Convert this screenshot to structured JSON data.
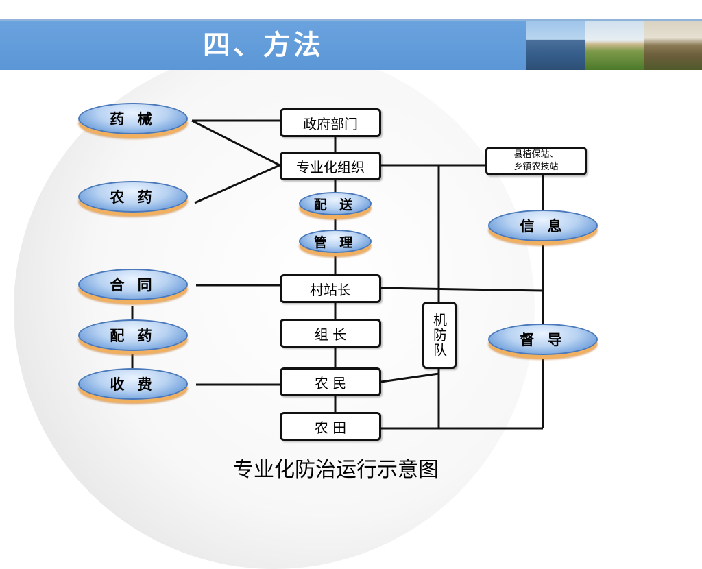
{
  "slide": {
    "title": "四、方法"
  },
  "diagram": {
    "caption": "专业化防治运行示意图",
    "left_pills": {
      "yaoxie": "药 械",
      "nongyao": "农 药",
      "hetong": "合 同",
      "peiyao": "配 药",
      "shoufei": "收 费"
    },
    "center_boxes": {
      "government": "政府部门",
      "organization": "专业化组织",
      "village_head": "村站长",
      "group_leader": "组 长",
      "farmer": "农 民",
      "farmland": "农 田"
    },
    "center_pills": {
      "delivery": "配 送",
      "management": "管 理"
    },
    "right": {
      "station": "县植保站、\n乡镇农技站",
      "info": "信 息",
      "supervision": "督 导",
      "team": "机防队"
    }
  }
}
